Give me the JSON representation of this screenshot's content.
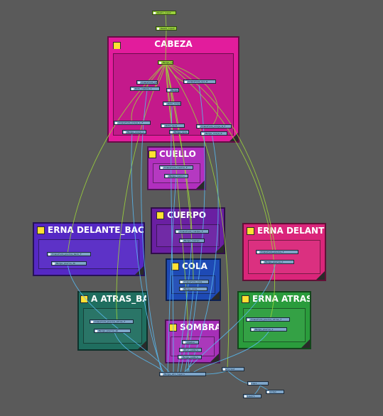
{
  "backdrops": [
    {
      "id": "cabeza",
      "title": "CABEZA",
      "color": "#e21c9c"
    },
    {
      "id": "cuello",
      "title": "CUELLO",
      "color": "#b12fbe"
    },
    {
      "id": "cuerpo",
      "title": "CUERPO",
      "color": "#6a1fa2"
    },
    {
      "id": "pierna_delante_back",
      "title": "ERNA DELANTE_BACK",
      "color": "#5528c4"
    },
    {
      "id": "pierna_delante",
      "title": "ERNA DELANTE",
      "color": "#da257a"
    },
    {
      "id": "cola",
      "title": "COLA",
      "color": "#1e4ab5"
    },
    {
      "id": "pierna_atras_back",
      "title": "A ATRAS_BA",
      "color": "#1f6e5f"
    },
    {
      "id": "pierna_atras",
      "title": "ERNA ATRAS",
      "color": "#2a9c3c"
    },
    {
      "id": "sombra",
      "title": "SOMBRA",
      "color": "#a62fb8"
    }
  ],
  "nodes": [
    {
      "id": "n_top1",
      "label": "Read1_input"
    },
    {
      "id": "n_top2",
      "label": "Read2_input"
    },
    {
      "id": "n_cab_a",
      "label": "Merge_cabeza"
    },
    {
      "id": "n_cab_b",
      "label": "Transform_cabeza"
    },
    {
      "id": "n_cab_c",
      "label": "Transform_ojo_R"
    },
    {
      "id": "n_cab_d",
      "label": "Roto_cabeza_1"
    },
    {
      "id": "n_cab_e",
      "label": "Merge_boca"
    },
    {
      "id": "n_cab_f",
      "label": "Roto_oreja_L"
    },
    {
      "id": "n_cab_g",
      "label": "Transform_oreja_L_F"
    },
    {
      "id": "n_cab_h",
      "label": "Roto_ojos"
    },
    {
      "id": "n_cab_i",
      "label": "Transform_oreja_R_F"
    },
    {
      "id": "n_cab_j",
      "label": "Merge_oreja_L"
    },
    {
      "id": "n_cab_k",
      "label": "Merge_ojos"
    },
    {
      "id": "n_cab_l",
      "label": "Merge_oreja_R"
    },
    {
      "id": "n_cue_a",
      "label": "Transform_cuello_F"
    },
    {
      "id": "n_cue_b",
      "label": "Merge_cuello"
    },
    {
      "id": "n_cpo_a",
      "label": "Transform_cuerpo_F"
    },
    {
      "id": "n_cpo_b",
      "label": "Merge_cuerpo"
    },
    {
      "id": "n_pdb_a",
      "label": "Transform_pierna_back_F"
    },
    {
      "id": "n_pdb_b",
      "label": "Merge_pierna_db"
    },
    {
      "id": "n_pd_a",
      "label": "Transform_pierna_F"
    },
    {
      "id": "n_pd_b",
      "label": "Merge_pierna_d"
    },
    {
      "id": "n_col_a",
      "label": "Transform_cola"
    },
    {
      "id": "n_col_b",
      "label": "Merge_cola"
    },
    {
      "id": "n_pab_a",
      "label": "Transform_pierna_atras_F"
    },
    {
      "id": "n_pab_b",
      "label": "Merge_pierna_ab"
    },
    {
      "id": "n_pa_a",
      "label": "Transform_pierna_atras_F"
    },
    {
      "id": "n_pa_b",
      "label": "Merge_pierna_a"
    },
    {
      "id": "n_som_a",
      "label": "Shadow"
    },
    {
      "id": "n_som_b",
      "label": "Blur_sombra"
    },
    {
      "id": "n_som_c",
      "label": "Merge_sombra"
    },
    {
      "id": "n_bot_main",
      "label": "Merge_all_layers"
    },
    {
      "id": "n_bot_r1",
      "label": "Reformat"
    },
    {
      "id": "n_bot_r2",
      "label": "Crop1"
    },
    {
      "id": "n_bot_r3",
      "label": "Write1"
    },
    {
      "id": "n_bot_r4",
      "label": "Viewer1"
    }
  ],
  "colors": {
    "background": "#5a5a5a",
    "green_wire": "#9cd43a",
    "blue_wire": "#58b9ef",
    "node_fill": "#7fa6c9",
    "node_green": "#9ad03b",
    "title_square": "#ffe033"
  }
}
